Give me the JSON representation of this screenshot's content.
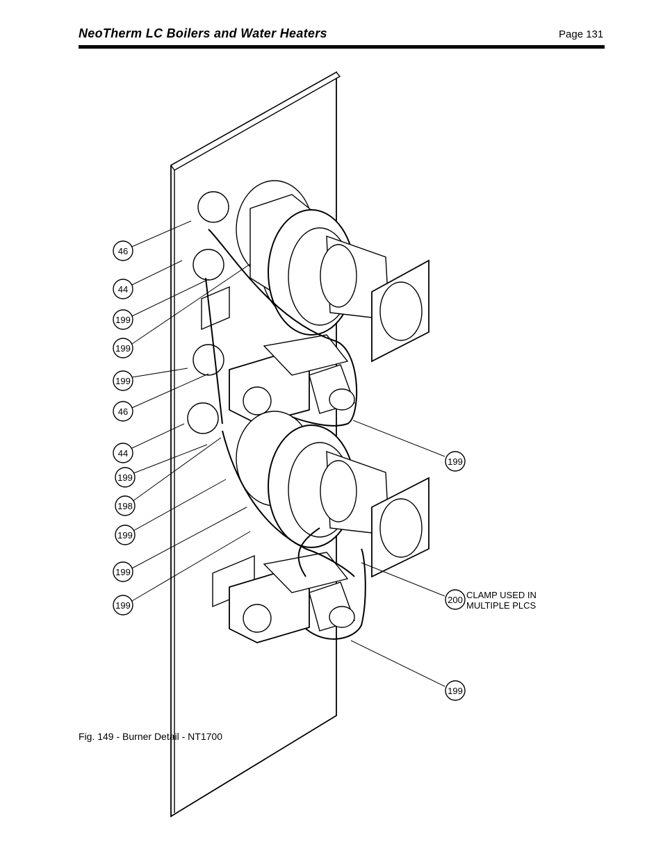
{
  "header": {
    "title": "NeoTherm LC Boilers and Water Heaters",
    "page": "Page 131"
  },
  "figure": {
    "caption": "Fig. 149 - Burner Detail - NT1700",
    "callouts_left": [
      "46",
      "44",
      "199",
      "199",
      "199",
      "46",
      "44",
      "199",
      "198",
      "199",
      "199",
      "199"
    ],
    "callouts_right": [
      "199",
      "200",
      "199"
    ],
    "note_line1": "CLAMP USED IN",
    "note_line2": "MULTIPLE PLCS"
  }
}
